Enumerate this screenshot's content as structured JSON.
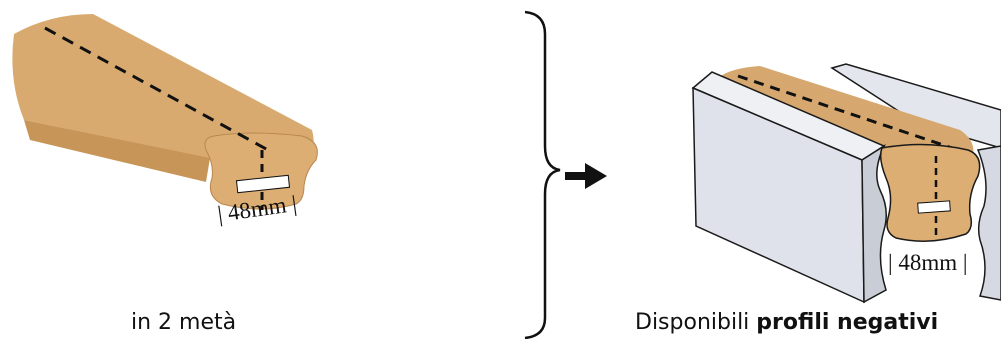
{
  "left_panel": {
    "dimension_label": "| 48mm |",
    "caption": "in 2 metà"
  },
  "right_panel": {
    "dimension_label": "| 48mm |",
    "caption_normal": "Disponibili ",
    "caption_bold": "profili negativi"
  },
  "colors": {
    "wood": "#d6a86f",
    "wood_dark": "#b8874f",
    "wood_end": "#dcae73",
    "metal": "#e4e7ee",
    "metal_shadow": "#c4c8d2",
    "outline": "#1a1a1a"
  },
  "icons": {
    "brace": "right-curly-brace",
    "arrow": "right-arrow"
  }
}
